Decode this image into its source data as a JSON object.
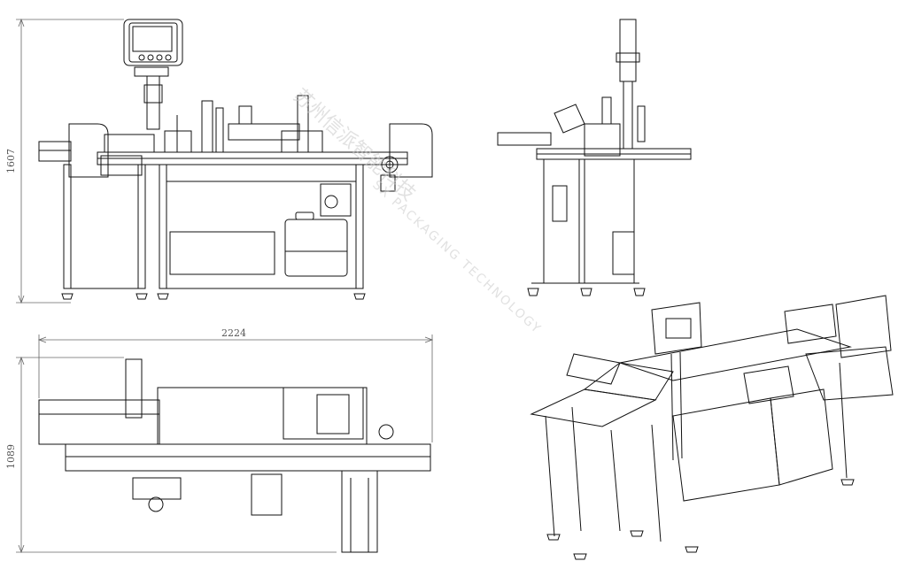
{
  "dimensions": {
    "height": "1607",
    "width": "2224",
    "depth": "1089"
  },
  "watermark": {
    "cn": "苏州信派智能科技",
    "en": "SX PACKAGING TECHNOLOGY"
  },
  "colors": {
    "line": "#111111",
    "dim_line": "#666666",
    "watermark": "#c9c9c9"
  }
}
